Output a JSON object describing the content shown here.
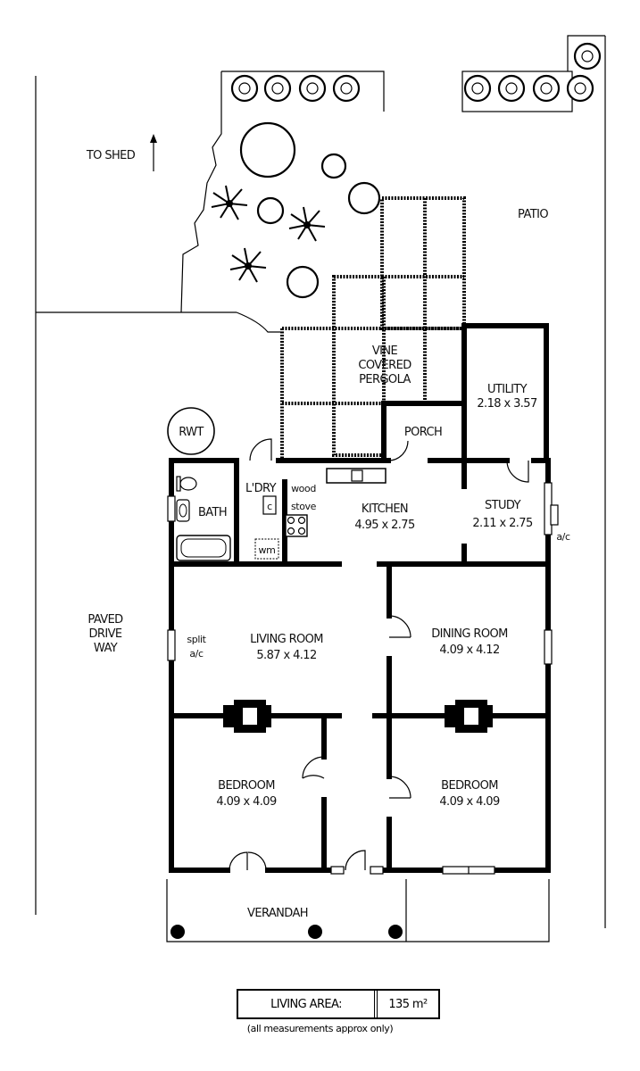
{
  "labels": {
    "to_shed": "TO SHED",
    "patio": "PATIO",
    "pergola": [
      "VINE",
      "COVERED",
      "PERGOLA"
    ],
    "utility": {
      "name": "UTILITY",
      "size": "2.18 x 3.57"
    },
    "rwt": "RWT",
    "porch": "PORCH",
    "ldry": "L'DRY",
    "wood": "wood",
    "stove": "stove",
    "c": "c",
    "wm": "wm",
    "bath": "BATH",
    "kitchen": {
      "name": "KITCHEN",
      "size": "4.95 x 2.75"
    },
    "study": {
      "name": "STUDY",
      "size": "2.11 x 2.75"
    },
    "ac": "a/c",
    "split": "split",
    "split_ac": "a/c",
    "paved": [
      "PAVED",
      "DRIVE",
      "WAY"
    ],
    "living": {
      "name": "LIVING ROOM",
      "size": "5.87 x 4.12"
    },
    "dining": {
      "name": "DINING ROOM",
      "size": "4.09 x 4.12"
    },
    "bedroom1": {
      "name": "BEDROOM",
      "size": "4.09 x 4.09"
    },
    "bedroom2": {
      "name": "BEDROOM",
      "size": "4.09 x 4.09"
    },
    "verandah": "VERANDAH"
  },
  "legend": {
    "label": "LIVING AREA:",
    "value": "135 m²"
  },
  "note": "(all measurements approx only)"
}
